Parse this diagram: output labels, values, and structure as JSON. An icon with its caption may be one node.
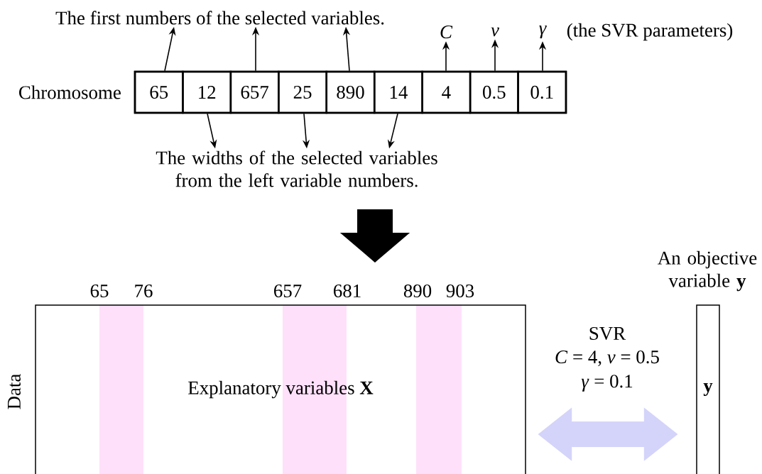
{
  "diagram": {
    "nodes": [
      {
        "text": [],
        "shape": "box",
        "beside": [
          "Chromosome"
        ]
      },
      {
        "text": [
          "65"
        ],
        "in": 0
      },
      {
        "text": [
          "12"
        ],
        "in": 0
      },
      {
        "text": [
          "657"
        ],
        "in": 0
      },
      {
        "text": [
          "25"
        ],
        "in": 0
      },
      {
        "text": [
          "890"
        ],
        "in": 0
      },
      {
        "text": [
          "14"
        ],
        "in": 0
      },
      {
        "text": [
          "4"
        ],
        "in": 0
      },
      {
        "text": [
          "0.5"
        ],
        "in": 0
      },
      {
        "text": [
          "0.1"
        ],
        "in": 0
      },
      {
        "text": [
          "The first numbers of the selected variables."
        ]
      },
      {
        "text": [
          "C"
        ]
      },
      {
        "text": [
          "ν"
        ]
      },
      {
        "text": [
          "γ"
        ]
      },
      {
        "text": [
          "The widths of the selected variables from the left variable numbers."
        ]
      },
      {
        "text": [
          "Explanatory variables **X**"
        ],
        "beside": [
          "Data",
          "65",
          "76",
          "657",
          "681",
          "890",
          "903"
        ]
      },
      {
        "text": [
          "An objective variable **y**",
          "y"
        ]
      }
    ],
    "edges": [
      {
        "from": 1,
        "to": 10,
        "arrow": "to"
      },
      {
        "from": 3,
        "to": 10,
        "arrow": "to"
      },
      {
        "from": 5,
        "to": 10,
        "arrow": "to"
      },
      {
        "from": 7,
        "to": 11,
        "arrow": "to"
      },
      {
        "from": 8,
        "to": 12,
        "arrow": "to"
      },
      {
        "from": 9,
        "to": 13,
        "arrow": "to"
      },
      {
        "from": 2,
        "to": 14,
        "arrow": "to"
      },
      {
        "from": 4,
        "to": 14,
        "arrow": "to"
      },
      {
        "from": 6,
        "to": 14,
        "arrow": "to"
      },
      {
        "from": 15,
        "to": 16,
        "arrow": "both",
        "style": "thick",
        "color": "#d4d4fa",
        "label": "SVR"
      }
    ],
    "labels": [
      "(the SVR parameters)",
      "*C* = 4, *ν* = 0.5",
      "*γ* = 0.1"
    ]
  }
}
